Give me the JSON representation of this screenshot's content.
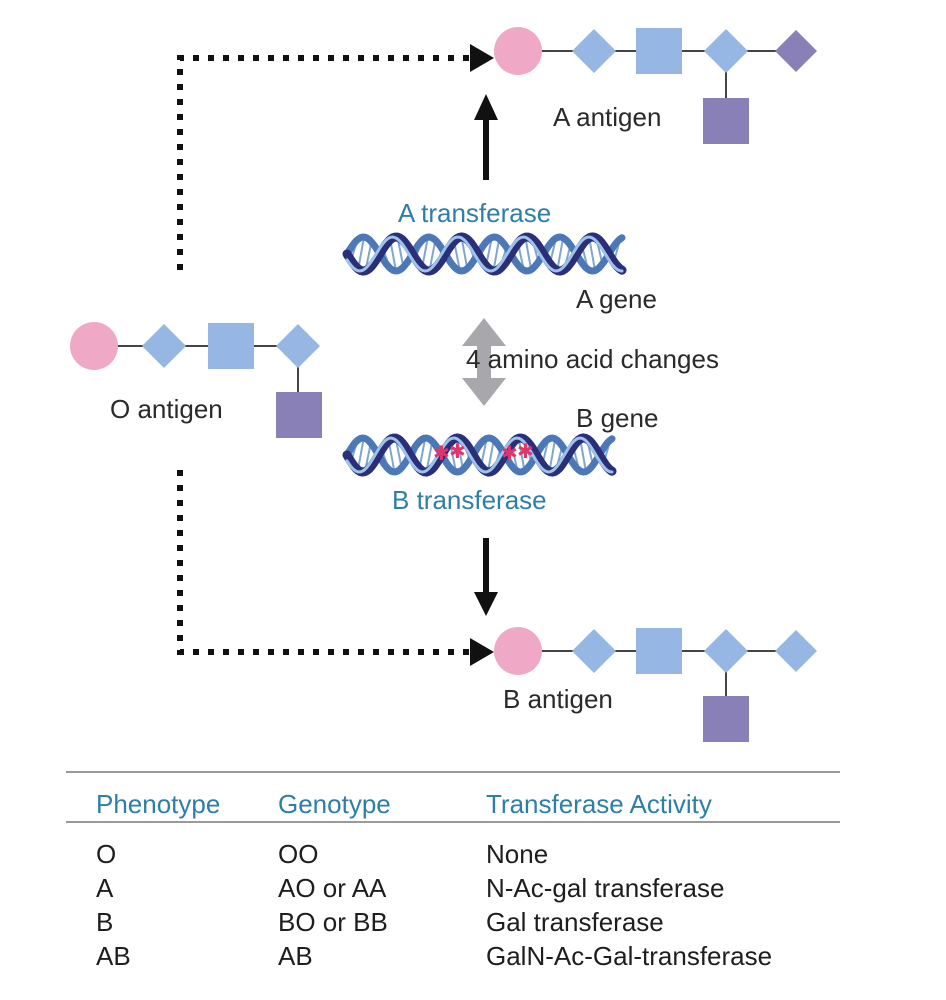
{
  "antigens": {
    "o": "O antigen",
    "a": "A antigen",
    "b": "B antigen"
  },
  "genes": {
    "a_transferase": "A transferase",
    "a_gene": "A gene",
    "b_gene": "B gene",
    "b_transferase": "B transferase",
    "change_note": "4 amino acid changes"
  },
  "colors": {
    "circle": "#efa9c6",
    "light_blue": "#96b6e4",
    "purple": "#8880b6",
    "label_blue": "#2e7fa8"
  },
  "table": {
    "headers": [
      "Phenotype",
      "Genotype",
      "Transferase Activity"
    ],
    "rows": [
      [
        "O",
        "OO",
        "None"
      ],
      [
        "A",
        "AO or AA",
        "N-Ac-gal transferase"
      ],
      [
        "B",
        "BO or BB",
        "Gal transferase"
      ],
      [
        "AB",
        "AB",
        "GalN-Ac-Gal-transferase"
      ]
    ]
  }
}
